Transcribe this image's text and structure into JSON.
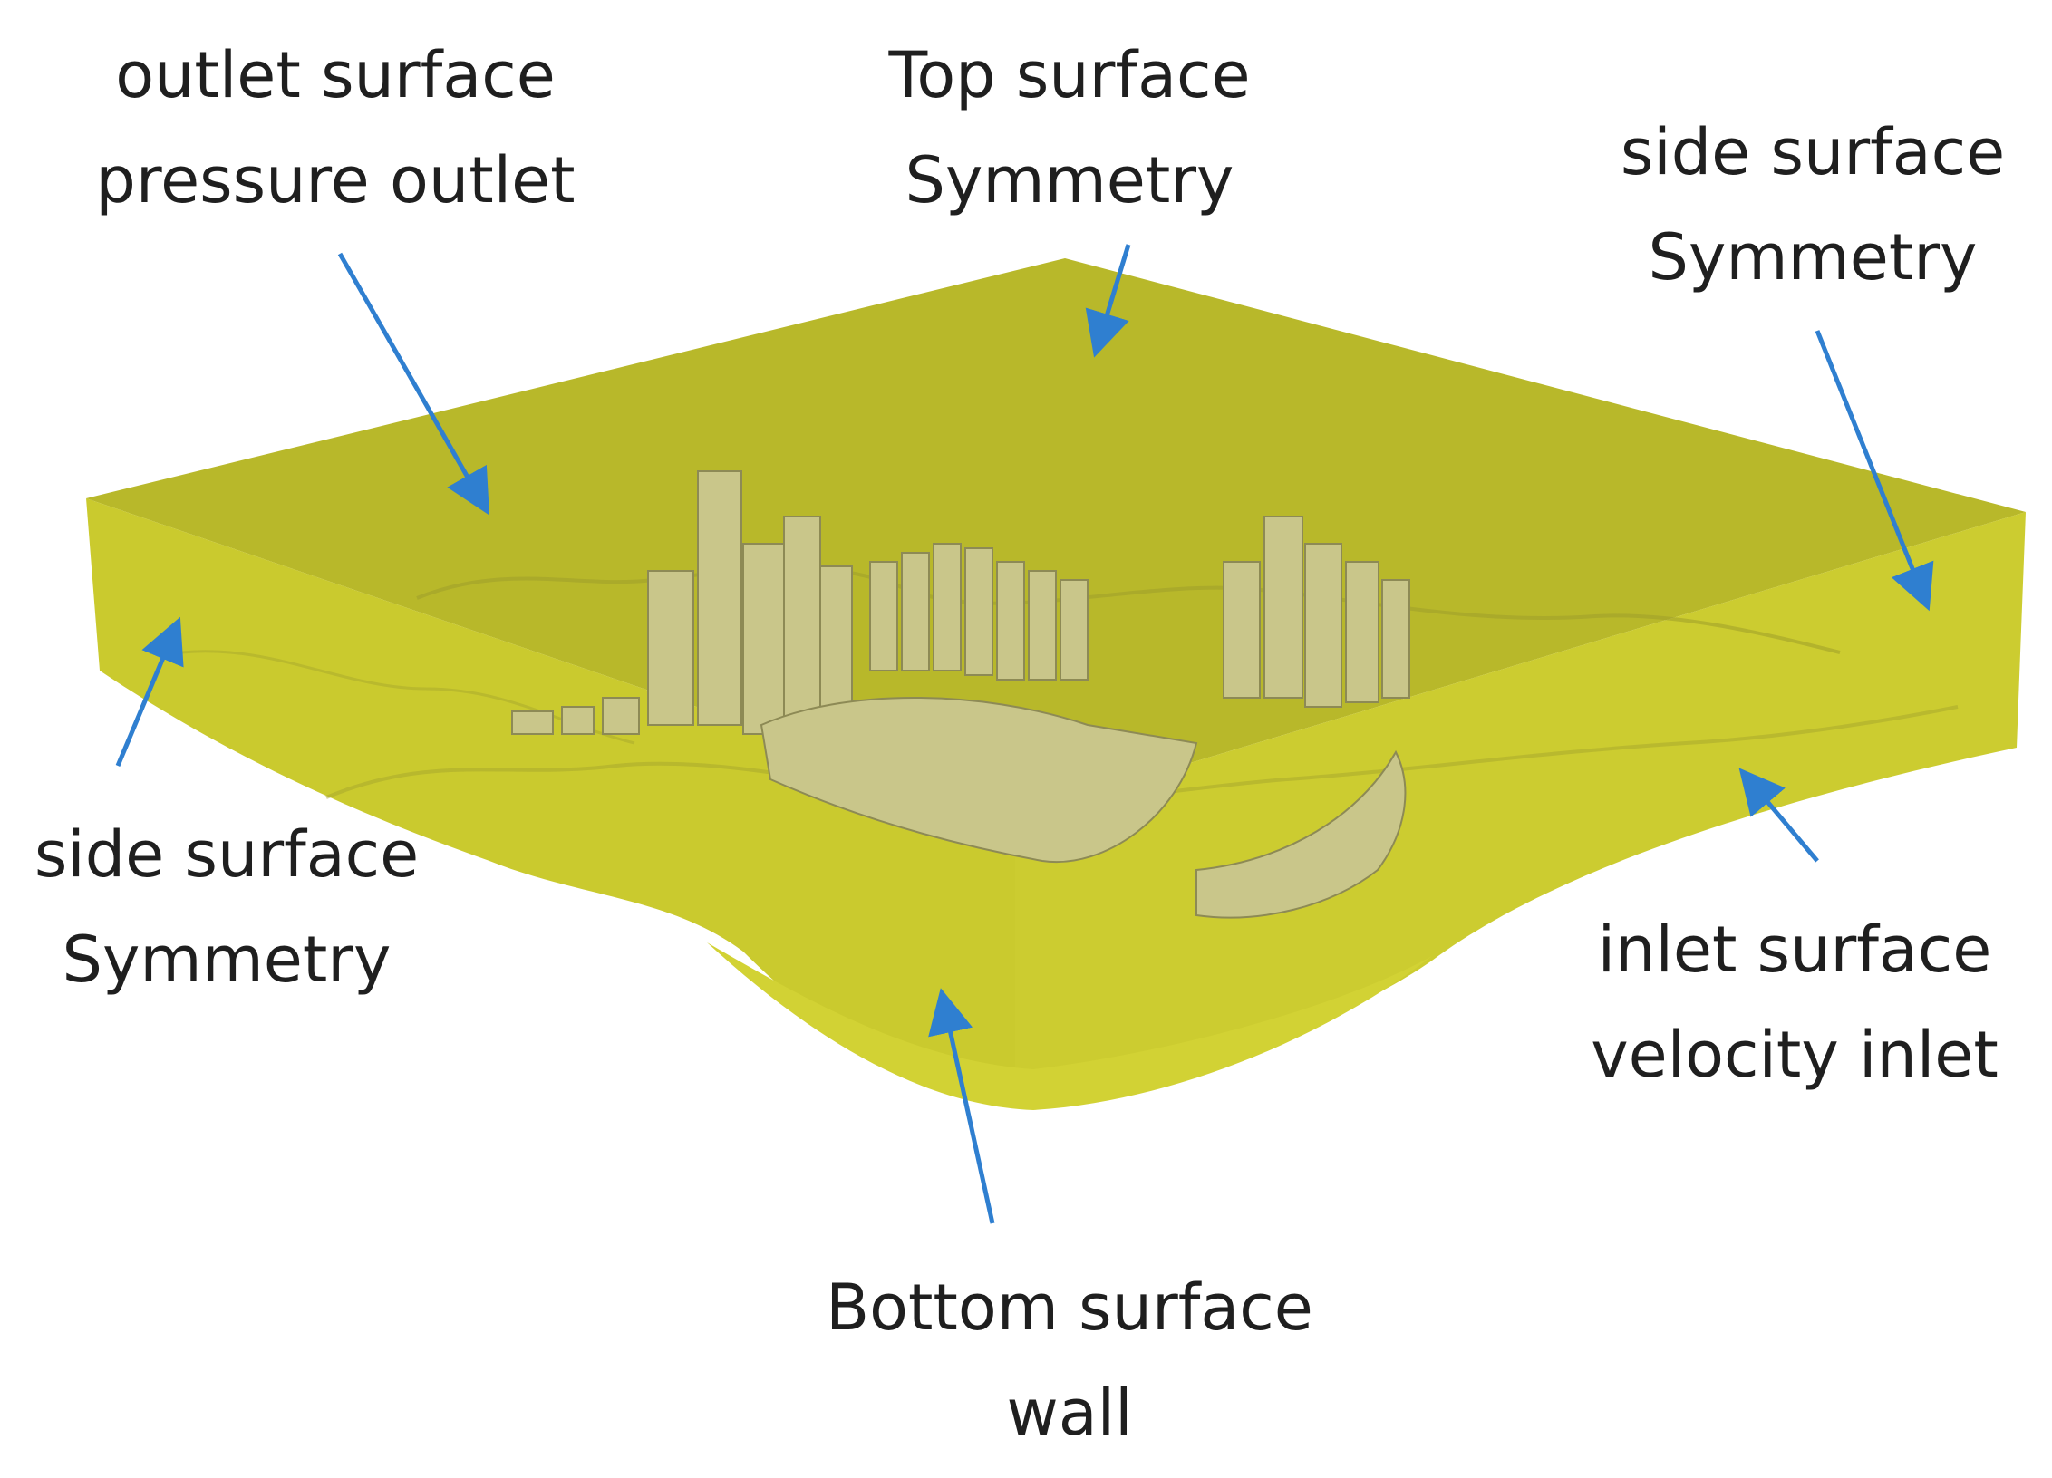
{
  "diagram": {
    "colors": {
      "domain_top": "#b8b82a",
      "domain_side_left": "#caca2e",
      "domain_side_right": "#cccc30",
      "domain_bottom": "#d2d234",
      "terrain": "#c1c13a",
      "building": "#c9c68a",
      "arrow": "#2f7fd0"
    },
    "callouts": {
      "outlet": {
        "line1": "outlet surface",
        "line2": "pressure outlet"
      },
      "top": {
        "line1": "Top surface",
        "line2": "Symmetry"
      },
      "side_right": {
        "line1": "side surface",
        "line2": "Symmetry"
      },
      "side_left": {
        "line1": "side surface",
        "line2": "Symmetry"
      },
      "inlet": {
        "line1": "inlet surface",
        "line2": "velocity inlet"
      },
      "bottom": {
        "line1": "Bottom surface",
        "line2": "wall"
      }
    }
  }
}
